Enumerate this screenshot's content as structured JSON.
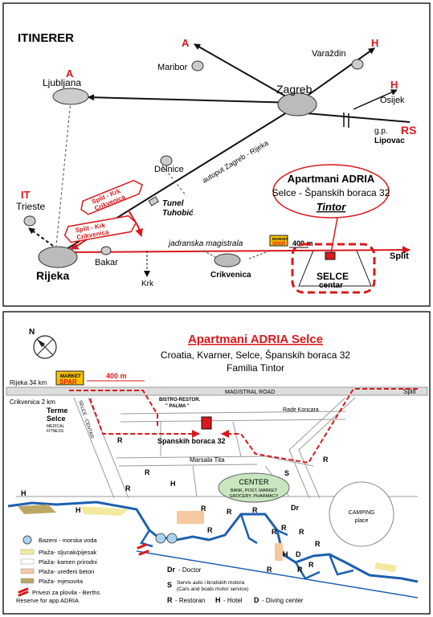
{
  "top": {
    "title": "ITINERER",
    "cities": {
      "ljubljana": "Ljubljana",
      "maribor": "Maribor",
      "zagreb": "Zagreb",
      "varazdin": "Varaždin",
      "osijek": "Osijek",
      "trieste": "Trieste",
      "delnice": "Delnice",
      "rijeka": "Rijeka",
      "bakar": "Bakar",
      "krk": "Krk",
      "crikvenica": "Crikvenica",
      "split": "Split"
    },
    "country_codes": {
      "a1": "A",
      "a2": "A",
      "h1": "H",
      "h2": "H",
      "it": "IT",
      "rs": "RS"
    },
    "border": {
      "gp": "g.p.",
      "lipovac": "Lipovac"
    },
    "roads": {
      "autoput": "autoput Zagreb - Rijeka",
      "magistrala": "jadranska magistrala"
    },
    "tunnel": {
      "line1": "Tunel",
      "line2": "Tuhobić"
    },
    "signs": {
      "sign1_l1": "Split - Krk",
      "sign1_l2": "Crikvenica",
      "sign2_l1": "Split - Krk",
      "sign2_l2": "Crikvenica"
    },
    "market": {
      "line1": "MARKET",
      "line2": "SPAR"
    },
    "distance": "400 m",
    "callout": {
      "line1": "Apartmani ADRIA",
      "line2": "Selce - Španskih boraca 32",
      "line3": "Tintor"
    },
    "selce": {
      "line1": "SELCE",
      "line2": "centar"
    }
  },
  "bottom": {
    "title": "Apartmani  ADRIA  Selce",
    "subtitle1": "Croatia, Kvarner, Selce, Španskih boraca 32",
    "subtitle2": "Familia Tintor",
    "market": {
      "line1": "MARKET",
      "line2": "SPAR"
    },
    "distance": "400 m",
    "rijeka_km": "Rijeka  34 km",
    "crikvenica_km": "Crikvenica  2 km",
    "split": "Split",
    "magistral_road": "MAGISTRAL ROAD",
    "selce_centar": "SELCE - CENTAR",
    "terme": {
      "line1": "Terme",
      "line2": "Selce",
      "line3": "MEDICAL",
      "line4": "FITNESS"
    },
    "bistro": {
      "line1": "BISTRO-RESTOR.",
      "line2": "\" PALMA \""
    },
    "rade_koncara": "Rade Koncara",
    "spanskih": "Spanskih boraca 32",
    "marsala_tita": "Marsala Tita",
    "center": {
      "line1": "CENTER",
      "line2": "BANK, POST, MARKET",
      "line3": "GROCERY, PHARMACY"
    },
    "camping": {
      "line1": "CAMPING",
      "line2": "place"
    },
    "markers": {
      "r": "R",
      "h": "H",
      "s": "S",
      "d": "D",
      "dr": "Dr"
    },
    "legend": {
      "bazeni": "Bazeni - morska voda",
      "plaza1": "Plaža- sljunak/pijesak",
      "plaza2": "Plaža- kamen prirodni",
      "plaza3": "Plaža- uređeni beton",
      "plaza4": "Plaža- mjesovita",
      "privezi1": "Privezi za plovila - Berths",
      "privezi2": "Reserve for app ADRIA",
      "dr_key": "Dr",
      "dr_text": "- Doctor",
      "s_key": "S",
      "s_text1": "Servis auto i brodskih motora",
      "s_text2": "(Cars and boats motor service)",
      "r_key": "R",
      "r_text": "- Restoran",
      "h_key": "H",
      "h_text": "- Hotel",
      "d_key": "D",
      "d_text": "- Diving center"
    }
  },
  "colors": {
    "red": "#d9191c",
    "frame": "#222222",
    "road": "#999999",
    "center_green": "#c9e6c0",
    "sea": "#1d5fb0"
  }
}
